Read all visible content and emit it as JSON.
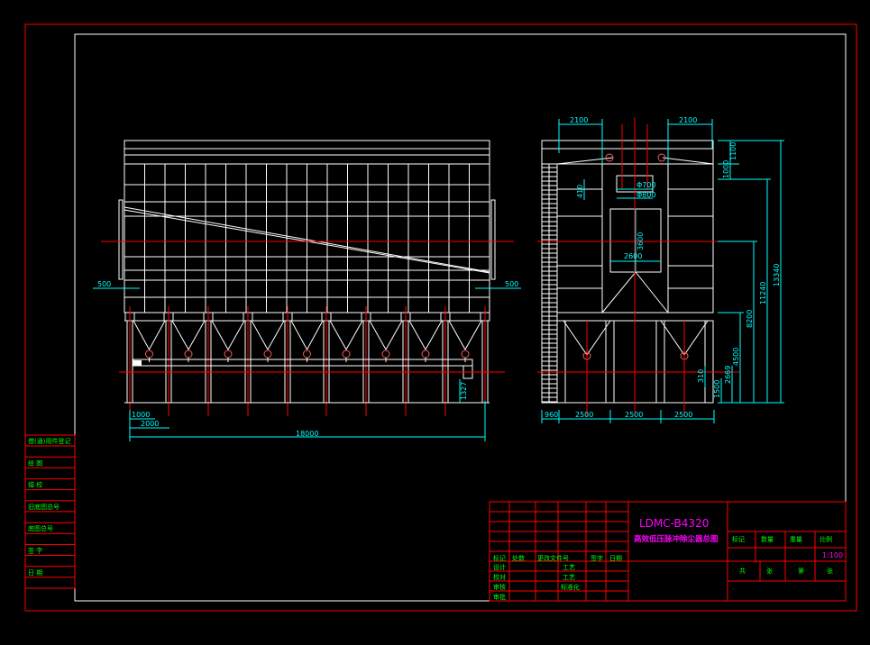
{
  "drawing": {
    "model": "LDMC-B4320",
    "title_cn": "高效低压脉冲除尘器总图",
    "scale": "1:100"
  },
  "colors": {
    "background": "#000000",
    "frame": "#ff0000",
    "outline": "#ffffff",
    "dimension": "#00ffff",
    "centerline": "#ff0000",
    "text": "#00ff00",
    "title": "#ff00ff"
  },
  "side_view": {
    "dims": {
      "left_overhang": "500",
      "right_overhang": "500",
      "d1000": "1000",
      "d2000": "2000",
      "total_length": "18000",
      "d1327": "1327"
    }
  },
  "end_view": {
    "dims": {
      "top_left": "2100",
      "top_right": "2100",
      "d1100": "1100",
      "d1000": "1000",
      "d410": "410",
      "phi700": "Φ700",
      "phi800": "Φ800",
      "door_h": "3600",
      "door_w": "2600",
      "d13340": "13340",
      "d11240": "11240",
      "d8200": "8200",
      "d4500": "4500",
      "d2669": "2669",
      "d1500": "1500",
      "d310": "310",
      "b960": "960",
      "b2500a": "2500",
      "b2500b": "2500",
      "b2500c": "2500"
    }
  },
  "left_table": {
    "rows": [
      "借(通)用件登记",
      "绘 图",
      "描 校",
      "旧底图总号",
      "底图总号",
      "签 字",
      "日 期"
    ]
  },
  "title_block": {
    "change_headers": [
      "标记",
      "处数",
      "更改文件号",
      "签字",
      "日期"
    ],
    "roles": [
      "设计",
      "校对",
      "审核",
      "审批"
    ],
    "process_labels": [
      "工艺",
      "工艺",
      "标准化"
    ],
    "stage_headers": [
      "标记",
      "数量",
      "重量",
      "比例"
    ],
    "sheet_labels": [
      "共",
      "张",
      "第",
      "张"
    ]
  }
}
